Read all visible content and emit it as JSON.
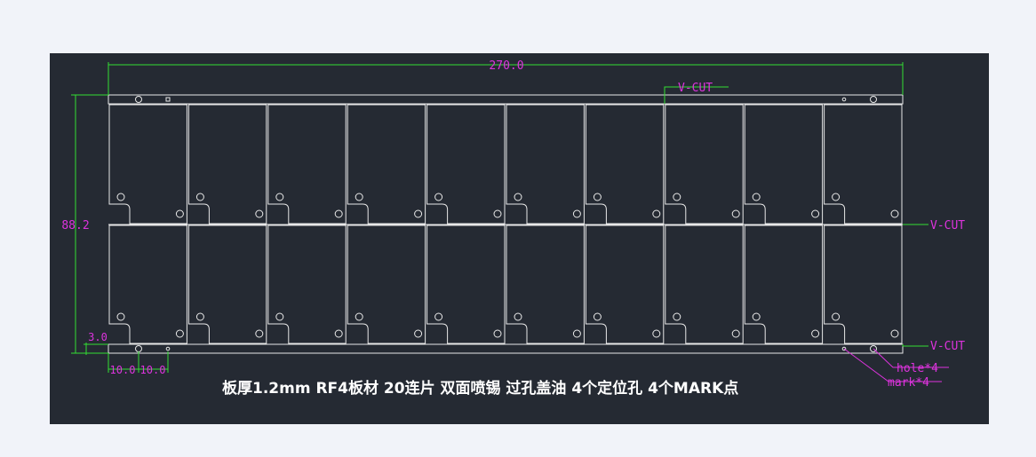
{
  "dimensions": {
    "width_label": "270.0",
    "height_label": "88.2",
    "rail_label": "3.0",
    "hole_offset_1": "10.0",
    "hole_offset_2": "10.0"
  },
  "callouts": {
    "vcut_top": "V-CUT",
    "vcut_mid": "V-CUT",
    "vcut_bottom": "V-CUT",
    "hole": "hole*4",
    "mark": "mark*4"
  },
  "note": "板厚1.2mm RF4板材 20连片 双面喷锡 过孔盖油 4个定位孔 4个MARK点",
  "panel": {
    "columns": 10,
    "rows": 2
  },
  "colors": {
    "page_bg": "#f1f3f9",
    "canvas_bg": "#252a33",
    "outline": "#e8e8e8",
    "dimension_line": "#33dd33",
    "dimension_text": "#dd33dd",
    "note_text": "#ffffff"
  }
}
